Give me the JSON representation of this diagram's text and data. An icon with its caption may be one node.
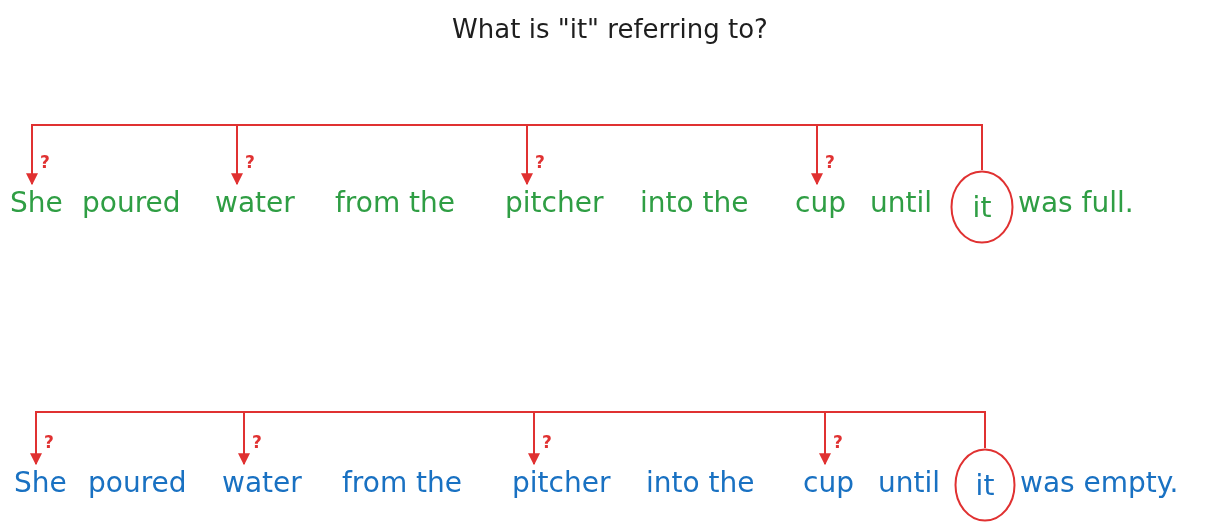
{
  "diagram": {
    "title": "What is \"it\" referring to?",
    "nodes": [
      {
        "text": [
          "She"
        ]
      },
      {
        "text": [
          "water"
        ]
      },
      {
        "text": [
          "pitcher"
        ]
      },
      {
        "text": [
          "cup"
        ]
      },
      {
        "text": [
          "it"
        ]
      },
      {
        "text": [
          "She"
        ]
      },
      {
        "text": [
          "water"
        ]
      },
      {
        "text": [
          "pitcher"
        ]
      },
      {
        "text": [
          "cup"
        ]
      },
      {
        "text": [
          "it"
        ]
      }
    ],
    "edges": [
      {
        "from": 4,
        "to": 0,
        "arrow": "to",
        "label": "?"
      },
      {
        "from": 4,
        "to": 1,
        "arrow": "to",
        "label": "?"
      },
      {
        "from": 4,
        "to": 2,
        "arrow": "to",
        "label": "?"
      },
      {
        "from": 4,
        "to": 3,
        "arrow": "to",
        "label": "?"
      },
      {
        "from": 9,
        "to": 5,
        "arrow": "to",
        "label": "?"
      },
      {
        "from": 9,
        "to": 6,
        "arrow": "to",
        "label": "?"
      },
      {
        "from": 9,
        "to": 7,
        "arrow": "to",
        "label": "?"
      },
      {
        "from": 9,
        "to": 8,
        "arrow": "to",
        "label": "?"
      }
    ],
    "labels": [
      "poured",
      "from the",
      "into the",
      "until",
      "was full.",
      "poured",
      "from the",
      "into the",
      "until",
      "was empty."
    ]
  }
}
